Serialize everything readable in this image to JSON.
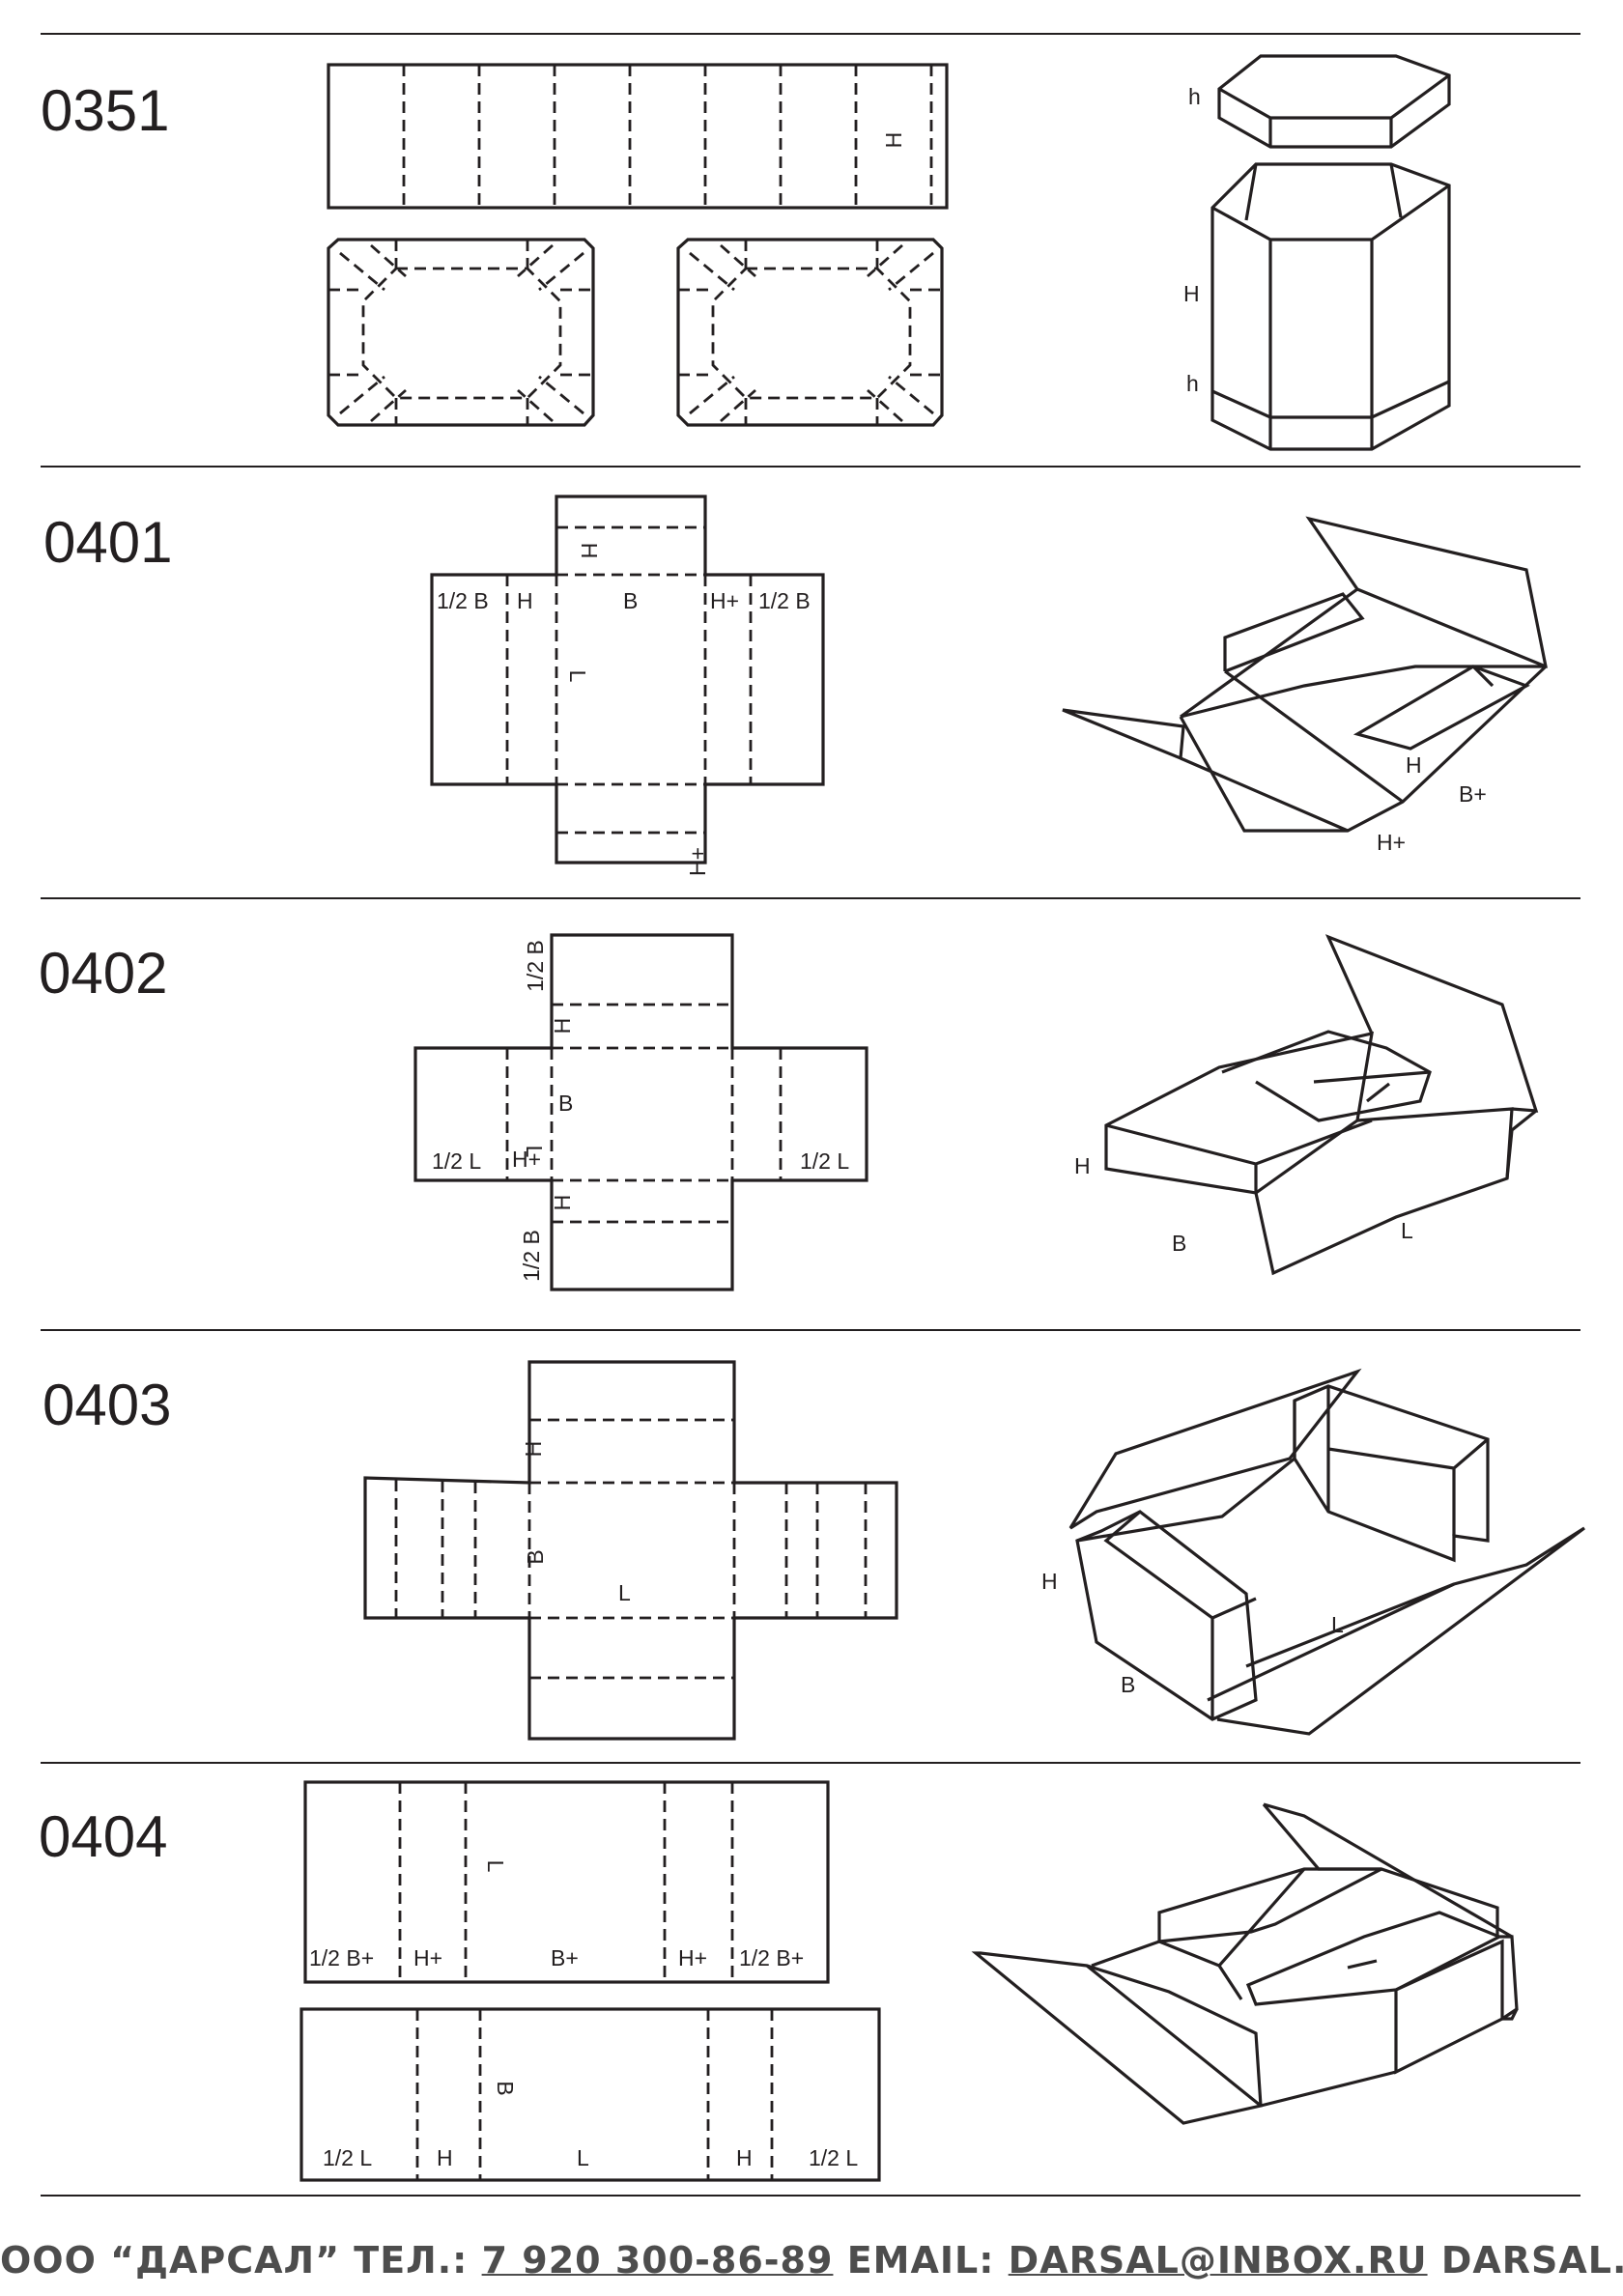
{
  "rows": [
    {
      "code": "0351"
    },
    {
      "code": "0401"
    },
    {
      "code": "0402"
    },
    {
      "code": "0403"
    },
    {
      "code": "0404"
    }
  ],
  "labels": {
    "r0351": {
      "flat_H": "H",
      "iso_h_lid": "h",
      "iso_H": "H",
      "iso_h_base": "h"
    },
    "r0401": {
      "flat_H_top": "H",
      "half_b_left": "1/2 B",
      "H_left": "H",
      "B": "B",
      "H_plus_right": "H+",
      "half_b_right": "1/2 B",
      "L": "L",
      "H_plus_bottom": "H+",
      "iso_H": "H",
      "iso_B_plus": "B+",
      "iso_H_plus": "H+"
    },
    "r0402": {
      "half_b_top": "1/2 B",
      "H_top": "H",
      "B": "B",
      "L": "L",
      "H_plus": "H+",
      "half_l_left": "1/2 L",
      "half_l_right": "1/2 L",
      "H_bottom": "H",
      "half_b_bottom": "1/2 B",
      "iso_H": "H",
      "iso_B": "B",
      "iso_L": "L"
    },
    "r0403": {
      "H": "H",
      "B": "B",
      "L": "L",
      "iso_H": "H",
      "iso_L": "L",
      "iso_B": "B"
    },
    "r0404": {
      "top_L": "L",
      "top_half_b_left": "1/2 B+",
      "top_H_left": "H+",
      "top_B": "B+",
      "top_H_right": "H+",
      "top_half_b_right": "1/2 B+",
      "bot_B": "B",
      "bot_half_l_left": "1/2 L",
      "bot_H_left": "H",
      "bot_L": "L",
      "bot_H_right": "H",
      "bot_half_l_right": "1/2 L"
    }
  },
  "footer": {
    "company": "ООО “ДАРСАЛ” ТЕЛ.:",
    "phone": "7 920 300-86-89",
    "email_label": "EMAIL:",
    "email": "DARSAL@INBOX.RU",
    "site": "DARSAL.RU"
  }
}
